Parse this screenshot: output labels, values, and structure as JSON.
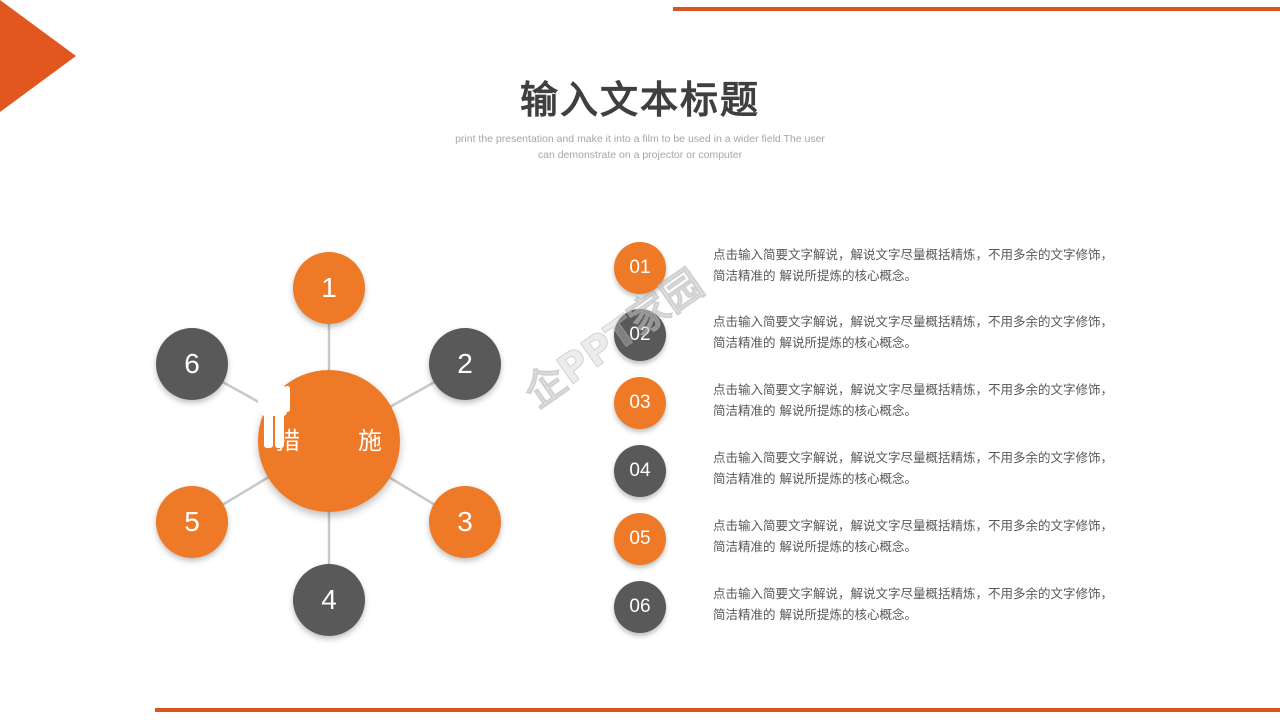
{
  "colors": {
    "orange": "#ee7a27",
    "dark": "#595959",
    "accent": "#d9541f"
  },
  "title": "输入文本标题",
  "subtitle": {
    "line1": "print the presentation and make it into a film to be used in a wider field The user",
    "line2": "can demonstrate on a projector or computer"
  },
  "diagram": {
    "hub": {
      "left": "措",
      "right": "施",
      "icon": "person-icon"
    },
    "nodes": [
      {
        "label": "1",
        "color": "orange"
      },
      {
        "label": "2",
        "color": "dark"
      },
      {
        "label": "3",
        "color": "orange"
      },
      {
        "label": "4",
        "color": "dark"
      },
      {
        "label": "5",
        "color": "orange"
      },
      {
        "label": "6",
        "color": "dark"
      }
    ]
  },
  "items": [
    {
      "num": "01",
      "color": "orange",
      "line1": "点击输入简要文字解说，解说文字尽量概括精炼，不用多余的文字修饰，",
      "line2": "简洁精准的 解说所提炼的核心概念。"
    },
    {
      "num": "02",
      "color": "dark",
      "line1": "点击输入简要文字解说，解说文字尽量概括精炼，不用多余的文字修饰，",
      "line2": "简洁精准的 解说所提炼的核心概念。"
    },
    {
      "num": "03",
      "color": "orange",
      "line1": "点击输入简要文字解说，解说文字尽量概括精炼，不用多余的文字修饰，",
      "line2": "简洁精准的 解说所提炼的核心概念。"
    },
    {
      "num": "04",
      "color": "dark",
      "line1": "点击输入简要文字解说，解说文字尽量概括精炼，不用多余的文字修饰，",
      "line2": "简洁精准的 解说所提炼的核心概念。"
    },
    {
      "num": "05",
      "color": "orange",
      "line1": "点击输入简要文字解说，解说文字尽量概括精炼，不用多余的文字修饰，",
      "line2": "简洁精准的 解说所提炼的核心概念。"
    },
    {
      "num": "06",
      "color": "dark",
      "line1": "点击输入简要文字解说，解说文字尽量概括精炼，不用多余的文字修饰，",
      "line2": "简洁精准的 解说所提炼的核心概念。"
    }
  ],
  "watermark": "企PPT家园"
}
